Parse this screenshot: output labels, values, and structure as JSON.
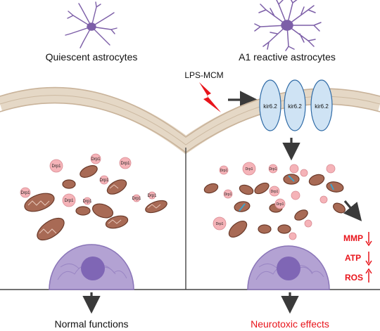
{
  "panels": {
    "left_title": "Quiescent astrocytes",
    "right_title": "A1 reactive astrocytes",
    "left_outcome": "Normal functions",
    "right_outcome": "Neurotoxic effects"
  },
  "stimulus": "LPS-MCM",
  "channel_label": "kir6.2",
  "protein_label": "Drp1",
  "readouts": [
    {
      "label": "MMP",
      "direction": "down"
    },
    {
      "label": "ATP",
      "direction": "down"
    },
    {
      "label": "ROS",
      "direction": "up"
    }
  ],
  "colors": {
    "red": "#e8141b",
    "arrow": "#3a3a3a",
    "membrane": "#e9ddcc",
    "mito": "#a86a55",
    "drp1": "#f5b3b8",
    "nucleus": "#a895c9",
    "channel": "#cfe3f4"
  }
}
